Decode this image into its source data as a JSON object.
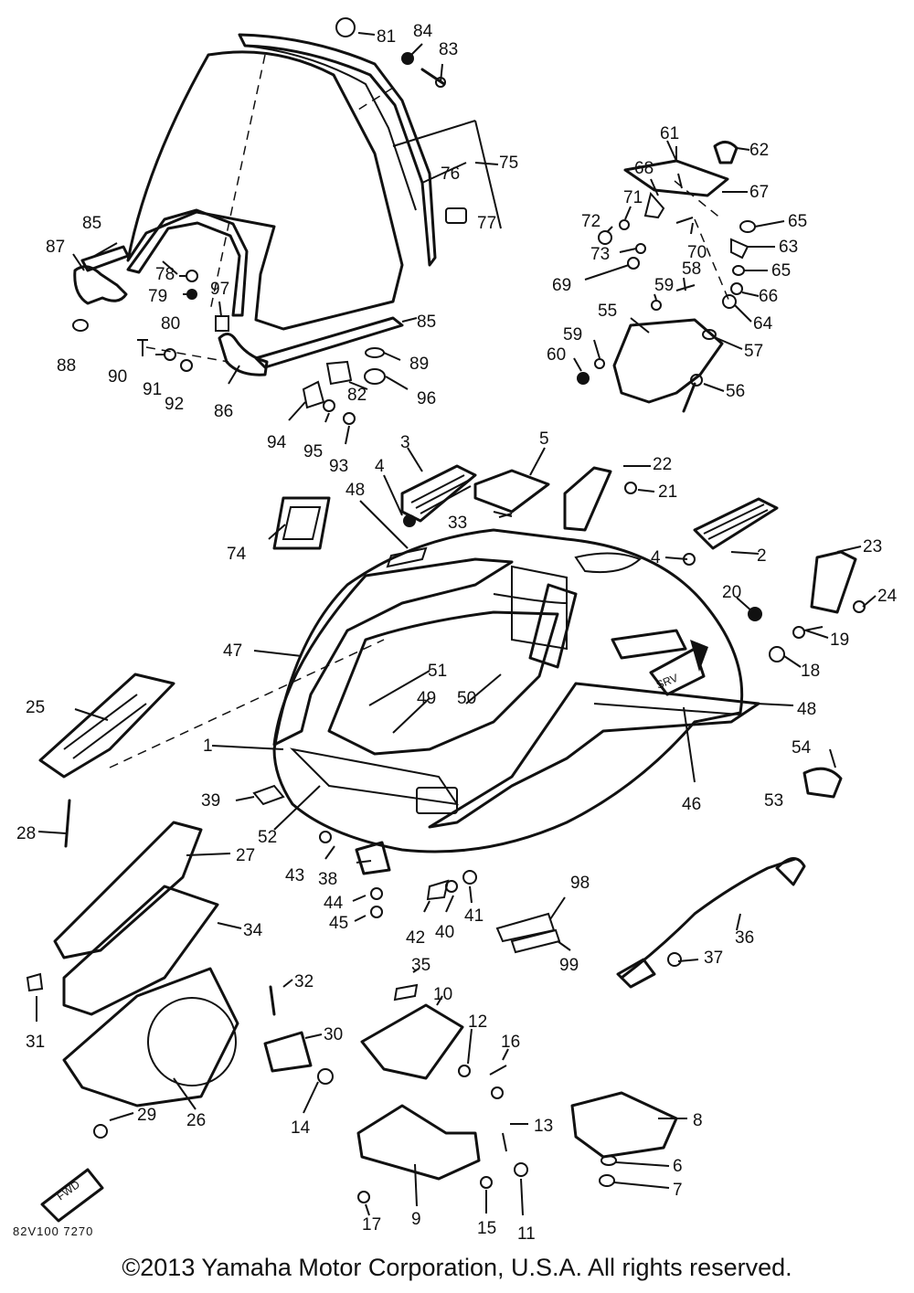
{
  "drawing_code": "82V100 7270",
  "copyright": "©2013 Yamaha Motor Corporation, U.S.A. All rights reserved.",
  "labels": {
    "p1": "1",
    "p2": "2",
    "p3": "3",
    "p4a": "4",
    "p4b": "4",
    "p5": "5",
    "p6": "6",
    "p7": "7",
    "p8": "8",
    "p9": "9",
    "p10": "10",
    "p11": "11",
    "p12": "12",
    "p13": "13",
    "p14": "14",
    "p15": "15",
    "p16": "16",
    "p17": "17",
    "p18": "18",
    "p19": "19",
    "p20": "20",
    "p21": "21",
    "p22": "22",
    "p23": "23",
    "p24": "24",
    "p25": "25",
    "p26": "26",
    "p27": "27",
    "p28": "28",
    "p29": "29",
    "p30": "30",
    "p31": "31",
    "p32": "32",
    "p33": "33",
    "p34": "34",
    "p35": "35",
    "p36": "36",
    "p37": "37",
    "p38": "38",
    "p39": "39",
    "p40": "40",
    "p41": "41",
    "p42": "42",
    "p43": "43",
    "p44": "44",
    "p45": "45",
    "p46": "46",
    "p47": "47",
    "p48a": "48",
    "p48b": "48",
    "p49": "49",
    "p50": "50",
    "p51": "51",
    "p52": "52",
    "p53": "53",
    "p54": "54",
    "p55": "55",
    "p56": "56",
    "p57": "57",
    "p58": "58",
    "p59a": "59",
    "p59b": "59",
    "p60": "60",
    "p61": "61",
    "p62": "62",
    "p63": "63",
    "p64": "64",
    "p65a": "65",
    "p65b": "65",
    "p66": "66",
    "p67": "67",
    "p68": "68",
    "p69": "69",
    "p70": "70",
    "p71": "71",
    "p72": "72",
    "p73": "73",
    "p74": "74",
    "p75": "75",
    "p76": "76",
    "p77": "77",
    "p78": "78",
    "p79": "79",
    "p80": "80",
    "p81": "81",
    "p82": "82",
    "p83": "83",
    "p84": "84",
    "p85a": "85",
    "p85b": "85",
    "p86": "86",
    "p87": "87",
    "p88": "88",
    "p89": "89",
    "p90": "90",
    "p91": "91",
    "p92": "92",
    "p93": "93",
    "p94": "94",
    "p95": "95",
    "p96": "96",
    "p97": "97",
    "p98": "98",
    "p99": "99"
  }
}
